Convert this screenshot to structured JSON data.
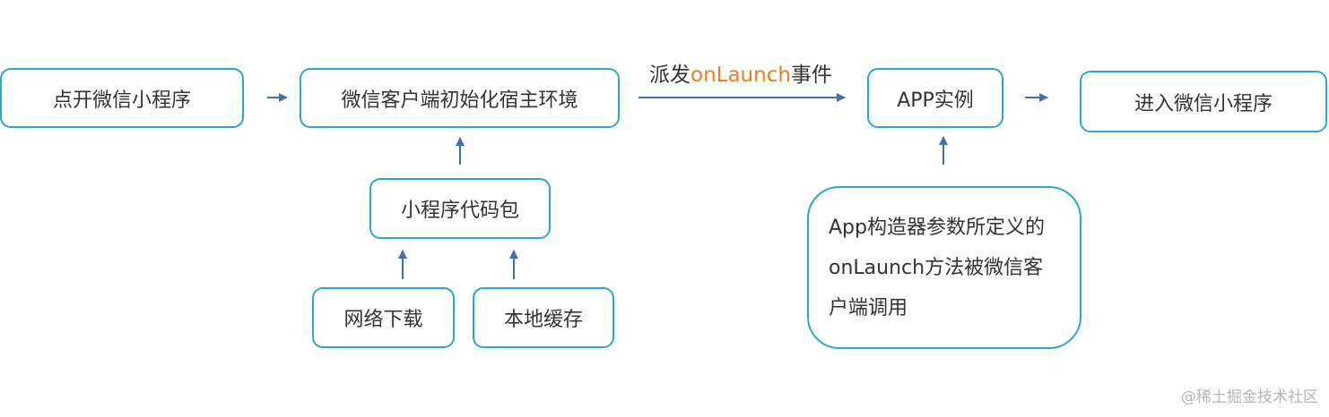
{
  "nodes": {
    "open_mini_program": "点开微信小程序",
    "init_host_env": "微信客户端初始化宿主环境",
    "code_package": "小程序代码包",
    "network_download": "网络下载",
    "local_cache": "本地缓存",
    "app_instance": "APP实例",
    "enter_mini_program": "进入微信小程序",
    "note_onlaunch": "App构造器参数所定义的onLaunch方法被微信客户端调用"
  },
  "edge_label": {
    "prefix": "派发",
    "highlight": "onLaunch",
    "suffix": "事件"
  },
  "colors": {
    "node_border": "#2aa7cd",
    "arrow": "#3f6fb5",
    "highlight": "#ef7d1a"
  },
  "watermark": "@稀土掘金技术社区"
}
